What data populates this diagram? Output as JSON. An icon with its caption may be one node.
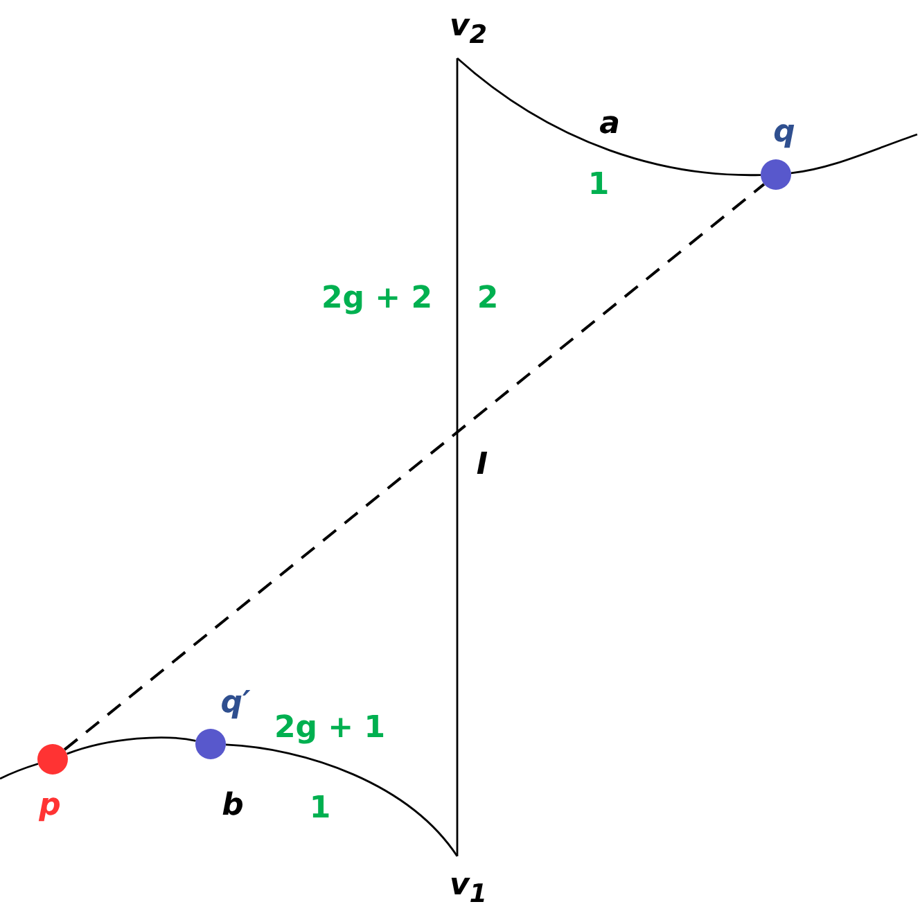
{
  "diagram": {
    "nodes": [
      {
        "text": [
          "v$_{2}$"
        ]
      },
      {
        "text": [
          "q"
        ]
      },
      {
        "text": [
          "p"
        ]
      },
      {
        "text": [
          "q′"
        ]
      },
      {
        "text": [
          "v$_{1}$"
        ]
      }
    ],
    "edges": [
      {
        "from": 0,
        "to": 4,
        "arrow": "none"
      },
      {
        "from": 0,
        "to": 1,
        "arrow": "none"
      },
      {
        "from": 1,
        "to": null,
        "arrow": "none"
      },
      {
        "from": 2,
        "to": 1,
        "arrow": "none",
        "style": "dashed"
      },
      {
        "from": null,
        "to": 2,
        "arrow": "none"
      },
      {
        "from": 2,
        "to": 3,
        "arrow": "none"
      },
      {
        "from": 3,
        "to": 4,
        "arrow": "none"
      }
    ],
    "labels": [
      "a",
      "1",
      "2g + 2",
      "2",
      "I",
      "2g + 1",
      "b",
      "1"
    ]
  }
}
